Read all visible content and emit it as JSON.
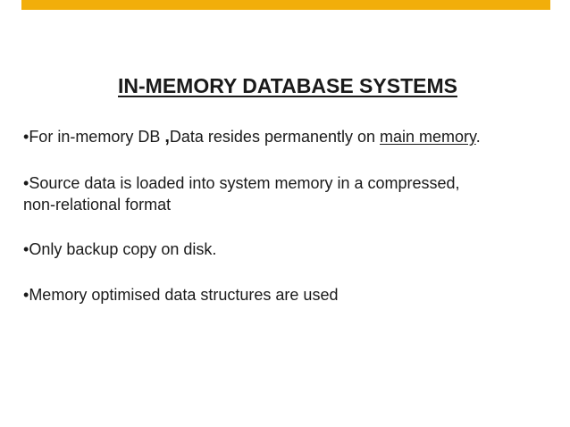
{
  "slide": {
    "accent_color": "#f2ae0a",
    "title": "IN-MEMORY DATABASE SYSTEMS",
    "bullets": {
      "b1": {
        "marker": "•",
        "part1": "For in-memory DB ",
        "comma": ",",
        "part2": "Data resides permanently on ",
        "link": "main memory",
        "end": "."
      },
      "b2": {
        "marker": "•",
        "line1": "Source data is loaded into system memory in a compressed,",
        "line2": "non-relational format"
      },
      "b3": {
        "marker": "•",
        "text": "Only backup copy on disk."
      },
      "b4": {
        "marker": "•",
        "text": "Memory optimised data structures are used"
      }
    }
  }
}
